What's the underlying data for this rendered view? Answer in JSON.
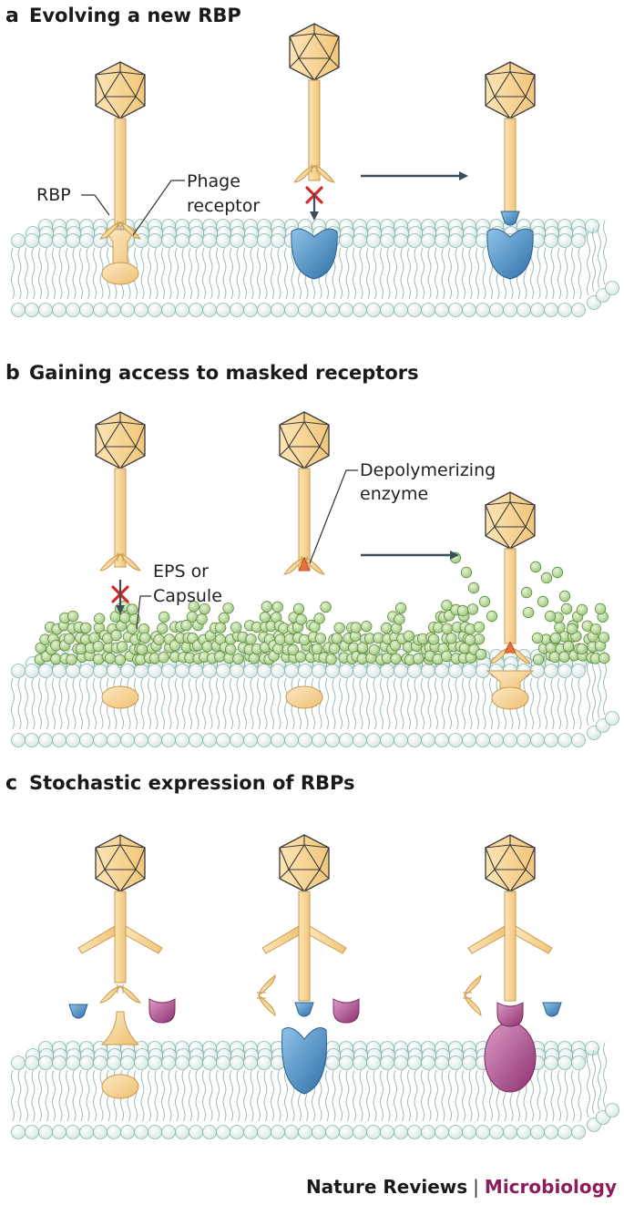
{
  "panels": [
    {
      "letter": "a",
      "title": "Evolving a new RBP"
    },
    {
      "letter": "b",
      "title": "Gaining access to masked receptors"
    },
    {
      "letter": "c",
      "title": "Stochastic expression of RBPs"
    }
  ],
  "labels": {
    "rbp": "RBP",
    "phage_receptor_1": "Phage",
    "phage_receptor_2": "receptor",
    "depolymerizing_1": "Depolymerizing",
    "depolymerizing_2": "enzyme",
    "eps_1": "EPS or",
    "eps_2": "Capsule"
  },
  "footer": {
    "journal": "Nature Reviews",
    "separator": "|",
    "subject": "Microbiology"
  },
  "colors": {
    "phage_fill": "#fad79a",
    "phage_stroke": "#c89a50",
    "membrane_bead": "#e3f1ee",
    "membrane_stroke": "#8fb5b0",
    "blue_receptor": "#4f95c9",
    "pink_receptor": "#b14f90",
    "capsule": "#bfdc9f",
    "block_x": "#d42a2a",
    "arrow": "#3c4d5c"
  }
}
